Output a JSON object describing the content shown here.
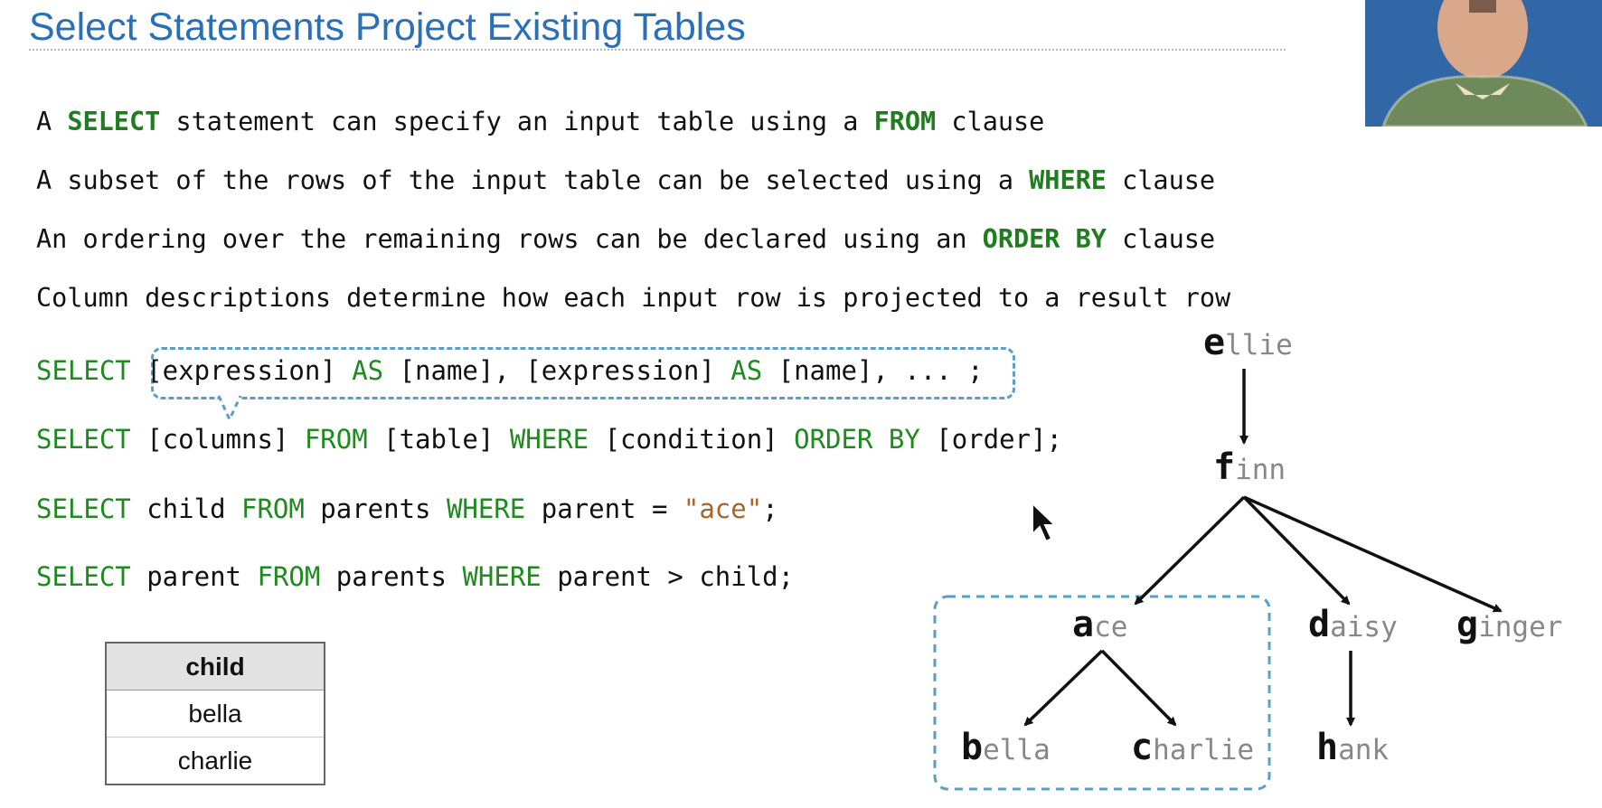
{
  "title": "Select Statements Project Existing Tables",
  "lines": [
    {
      "pre": "A ",
      "kw1": "SELECT",
      "mid": " statement can specify an input table using a ",
      "kw2": "FROM",
      "post": " clause"
    },
    {
      "pre": "A subset of the rows of the input table can be selected using a ",
      "kw1": "WHERE",
      "post": " clause"
    },
    {
      "pre": "An ordering over the remaining rows can be declared using an ",
      "kw1": "ORDER BY",
      "post": " clause"
    },
    {
      "pre": "Column descriptions determine how each input row is projected to a result row"
    }
  ],
  "code": {
    "line1": {
      "k1": "SELECT",
      "a": " [expression] ",
      "k2": "AS",
      "b": " [name], [expression] ",
      "k3": "AS",
      "c": " [name], ... ;"
    },
    "line2": {
      "k1": "SELECT",
      "a": " [columns] ",
      "k2": "FROM",
      "b": " [table] ",
      "k3": "WHERE",
      "c": " [condition] ",
      "k4": "ORDER BY",
      "d": " [order];"
    },
    "line3": {
      "k1": "SELECT",
      "a": " child ",
      "k2": "FROM",
      "b": " parents ",
      "k3": "WHERE",
      "c": " parent = ",
      "s": "\"ace\"",
      "d": ";"
    },
    "line4": {
      "k1": "SELECT",
      "a": " parent ",
      "k2": "FROM",
      "b": " parents ",
      "k3": "WHERE",
      "c": " parent > child;"
    }
  },
  "result_table": {
    "header": "child",
    "rows": [
      "bella",
      "charlie"
    ]
  },
  "tree": {
    "ellie": {
      "ini": "e",
      "rest": "llie"
    },
    "finn": {
      "ini": "f",
      "rest": "inn"
    },
    "ace": {
      "ini": "a",
      "rest": "ce"
    },
    "daisy": {
      "ini": "d",
      "rest": "aisy"
    },
    "ginger": {
      "ini": "g",
      "rest": "inger"
    },
    "bella": {
      "ini": "b",
      "rest": "ella"
    },
    "charlie": {
      "ini": "c",
      "rest": "harlie"
    },
    "hank": {
      "ini": "h",
      "rest": "ank"
    }
  },
  "colors": {
    "title": "#2a70b8",
    "keyword": "#1f7d1f",
    "string": "#a8642a",
    "dash": "#5b9ec8"
  }
}
